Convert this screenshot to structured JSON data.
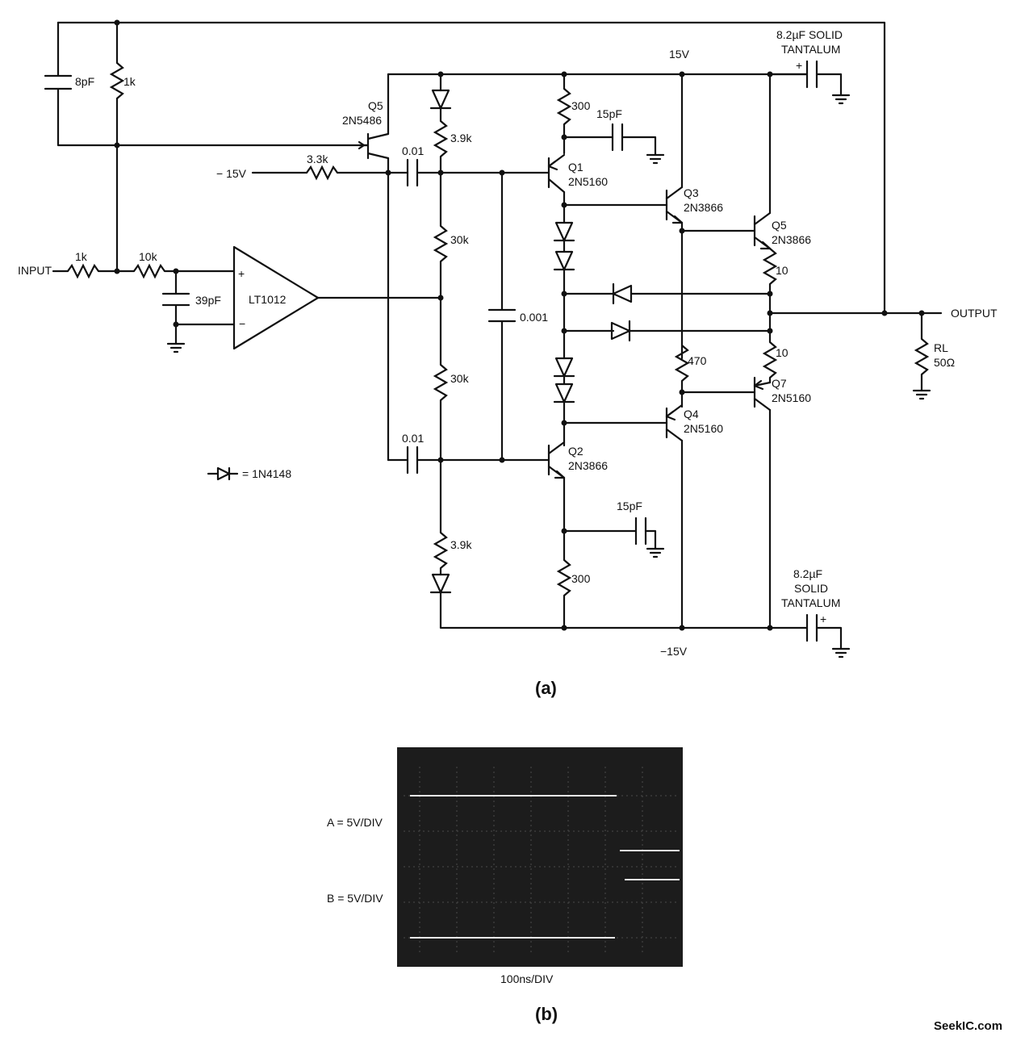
{
  "figure_a": {
    "caption": "(a)",
    "input_label": "INPUT",
    "output_label": "OUTPUT",
    "opamp_label": "LT1012",
    "supply_pos": "15V",
    "supply_neg_left": "− 15V",
    "supply_neg_bottom": "−15V",
    "diode_legend": "= 1N4148",
    "components": {
      "c_8pf": "8pF",
      "r_1k_fb": "1k",
      "r_1k_in": "1k",
      "r_10k": "10k",
      "c_39pf": "39pF",
      "q5_fet_name": "Q5",
      "q5_fet_part": "2N5486",
      "r_3k3": "3.3k",
      "c_001_top": "0.01",
      "c_001_bottom": "0.01",
      "r_3k9_top": "3.9k",
      "r_30k_top": "30k",
      "r_30k_bottom": "30k",
      "r_3k9_bottom": "3.9k",
      "c_0001": "0.001",
      "r_300_top": "300",
      "r_300_bottom": "300",
      "c_15pf_top": "15pF",
      "c_15pf_bottom": "15pF",
      "q1_name": "Q1",
      "q1_part": "2N5160",
      "q2_name": "Q2",
      "q2_part": "2N3866",
      "q3_name": "Q3",
      "q3_part": "2N3866",
      "q4_name": "Q4",
      "q4_part": "2N5160",
      "q5_name": "Q5",
      "q5_part": "2N3866",
      "q7_name": "Q7",
      "q7_part": "2N5160",
      "r_10_top": "10",
      "r_10_bottom": "10",
      "r_470": "470",
      "rl_name": "RL",
      "rl_value": "50Ω",
      "cap_tant_top_value": "8.2µF SOLID",
      "cap_tant_top_type": "TANTALUM",
      "cap_tant_bot_value": "8.2µF",
      "cap_tant_bot_type1": "SOLID",
      "cap_tant_bot_type2": "TANTALUM"
    }
  },
  "figure_b": {
    "caption": "(b)",
    "channel_a": "A = 5V/DIV",
    "channel_b": "B = 5V/DIV",
    "timebase": "100ns/DIV"
  },
  "watermark": "SeekIC.com"
}
